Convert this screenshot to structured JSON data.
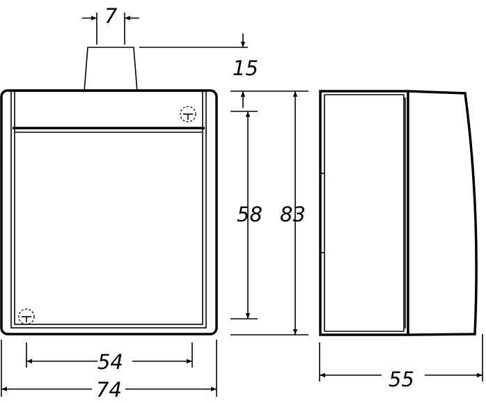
{
  "dimensions": {
    "knob_width": "7",
    "knob_height": "15",
    "inner_height": "58",
    "total_height": "83",
    "inner_width": "54",
    "total_width": "74",
    "depth": "55"
  }
}
